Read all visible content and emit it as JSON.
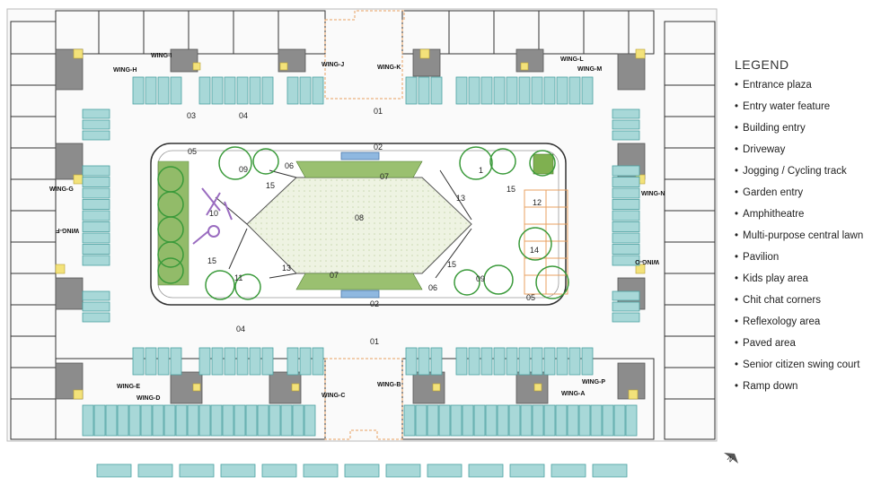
{
  "legend": {
    "title": "LEGEND",
    "items": [
      "Entrance plaza",
      "Entry water feature",
      "Building entry",
      "Driveway",
      "Jogging / Cycling track",
      "Garden entry",
      "Amphitheatre",
      "Multi-purpose central lawn",
      "Pavilion",
      "Kids play area",
      "Chit chat corners",
      "Reflexology area",
      "Paved area",
      "Senior citizen swing court",
      "Ramp down"
    ]
  },
  "wings": {
    "i": "WING-I",
    "h": "WING-H",
    "j": "WING-J",
    "k": "WING-K",
    "l": "WING-L",
    "m": "WING-M",
    "g": "WING-G",
    "f": "WING-F",
    "n": "WING-N",
    "o": "WING-O",
    "e": "WING-E",
    "d": "WING-D",
    "c": "WING-C",
    "b": "WING-B",
    "a": "WING-A",
    "p": "WING-P"
  },
  "zones": {
    "z01": "01",
    "z02": "02",
    "z03": "03",
    "z04": "04",
    "z05": "05",
    "z06": "06",
    "z07": "07",
    "z08": "08",
    "z09": "09",
    "z10": "10",
    "z11": "11",
    "z12": "12",
    "z13": "13",
    "z14": "14",
    "z15": "15",
    "z1": "1"
  },
  "north": "N",
  "colors": {
    "parking": "#a8d8d8",
    "parking_stroke": "#4aa0a0",
    "core": "#8c8c8c",
    "lawn": "#e8efd8",
    "planter": "#7fb050",
    "tree": "#3a9a3a",
    "play": "#9a6cc0",
    "orange": "#e8a060",
    "water": "#8fb8e0"
  },
  "icons": [
    "north-arrow-icon",
    "entry-arrow-icon"
  ]
}
